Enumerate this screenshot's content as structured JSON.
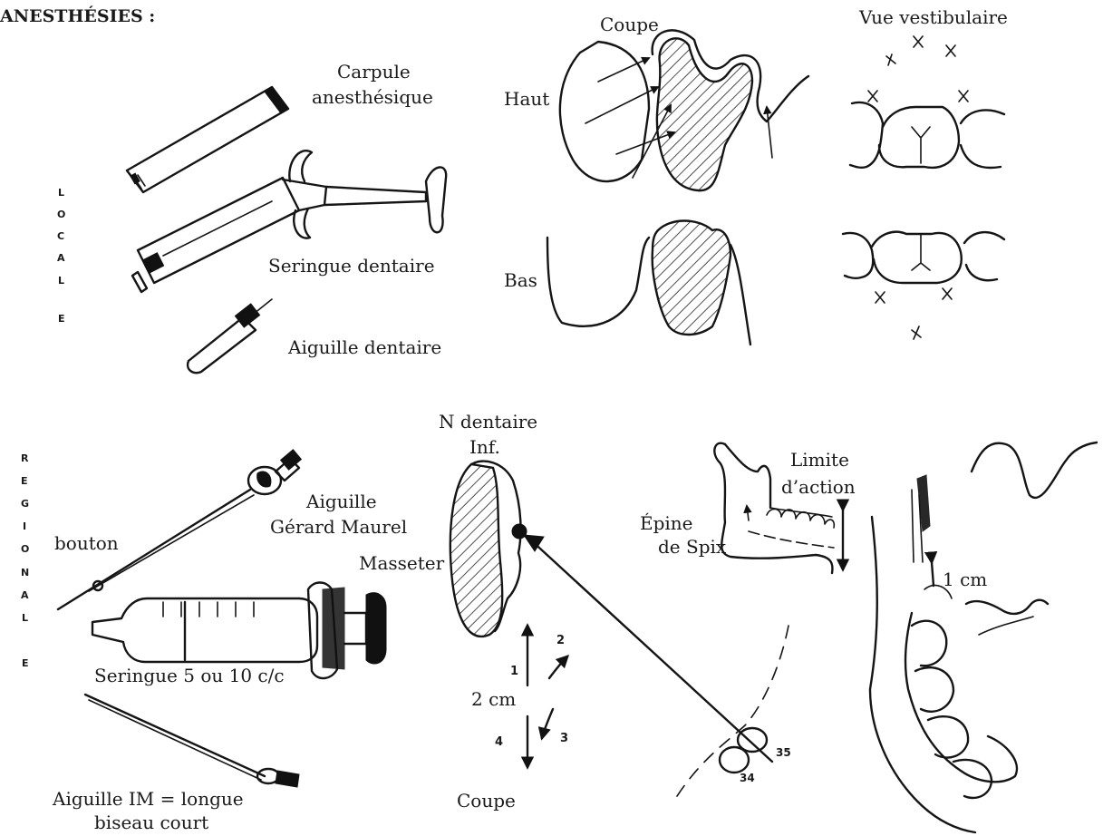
{
  "title": "ANESTHÉSIES :",
  "local": {
    "vertical_letters": [
      "L",
      "O",
      "C",
      "A",
      "L",
      "E"
    ],
    "carpule_label_1": "Carpule",
    "carpule_label_2": "anesthésique",
    "seringue_label": "Seringue dentaire",
    "aiguille_label": "Aiguille dentaire",
    "coupe_label": "Coupe",
    "haut_label": "Haut",
    "bas_label": "Bas",
    "vestibulaire_label": "Vue vestibulaire"
  },
  "regionale": {
    "vertical_letters": [
      "R",
      "E",
      "G",
      "I",
      "O",
      "N",
      "A",
      "L",
      "E"
    ],
    "bouton_label": "bouton",
    "aiguille_gm_1": "Aiguille",
    "aiguille_gm_2": "Gérard Maurel",
    "seringue_label": "Seringue 5 ou 10 c/c",
    "aiguille_im_1": "Aiguille IM = longue",
    "aiguille_im_2": "biseau court",
    "n_dentaire_1": "N dentaire",
    "n_dentaire_2": "Inf.",
    "masseter_label": "Masseter",
    "step_1": "1",
    "step_2": "2",
    "step_3": "3",
    "step_4": "4",
    "two_cm": "2 cm",
    "coupe_label": "Coupe",
    "tooth_35": "35",
    "tooth_34": "34",
    "limite_1": "Limite",
    "limite_2": "d’action",
    "epine_1": "Épine",
    "epine_2": "de Spix",
    "one_cm": "1 cm"
  }
}
